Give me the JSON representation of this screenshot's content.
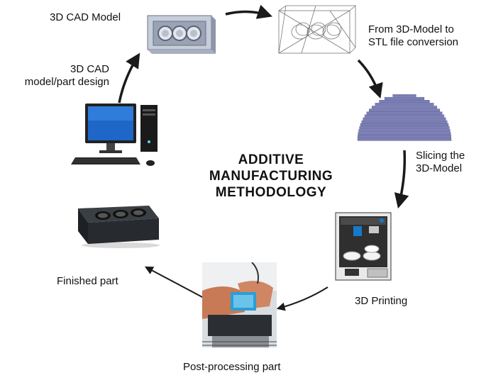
{
  "title": [
    "ADDITIVE",
    "MANUFACTURING",
    "METHODOLOGY"
  ],
  "steps": {
    "cad_model": "3D CAD Model",
    "stl_line1": "From 3D-Model to",
    "stl_line2": "STL file conversion",
    "slice_line1": "Slicing the",
    "slice_line2": "3D-Model",
    "printing": "3D Printing",
    "post": "Post-processing part",
    "finished": "Finished part",
    "design_line1": "3D CAD",
    "design_line2": "model/part design"
  },
  "icons": {
    "cad": "cad-model-block-icon",
    "stl": "stl-wireframe-icon",
    "slice": "sliced-dome-icon",
    "printer": "3d-printer-icon",
    "post": "post-processing-photo-icon",
    "finished": "finished-part-icon",
    "computer": "desktop-computer-icon"
  },
  "colors": {
    "arrow": "#1a1a1a",
    "slice": "#7b7fb5",
    "cad_face": "#9aa3b5"
  }
}
